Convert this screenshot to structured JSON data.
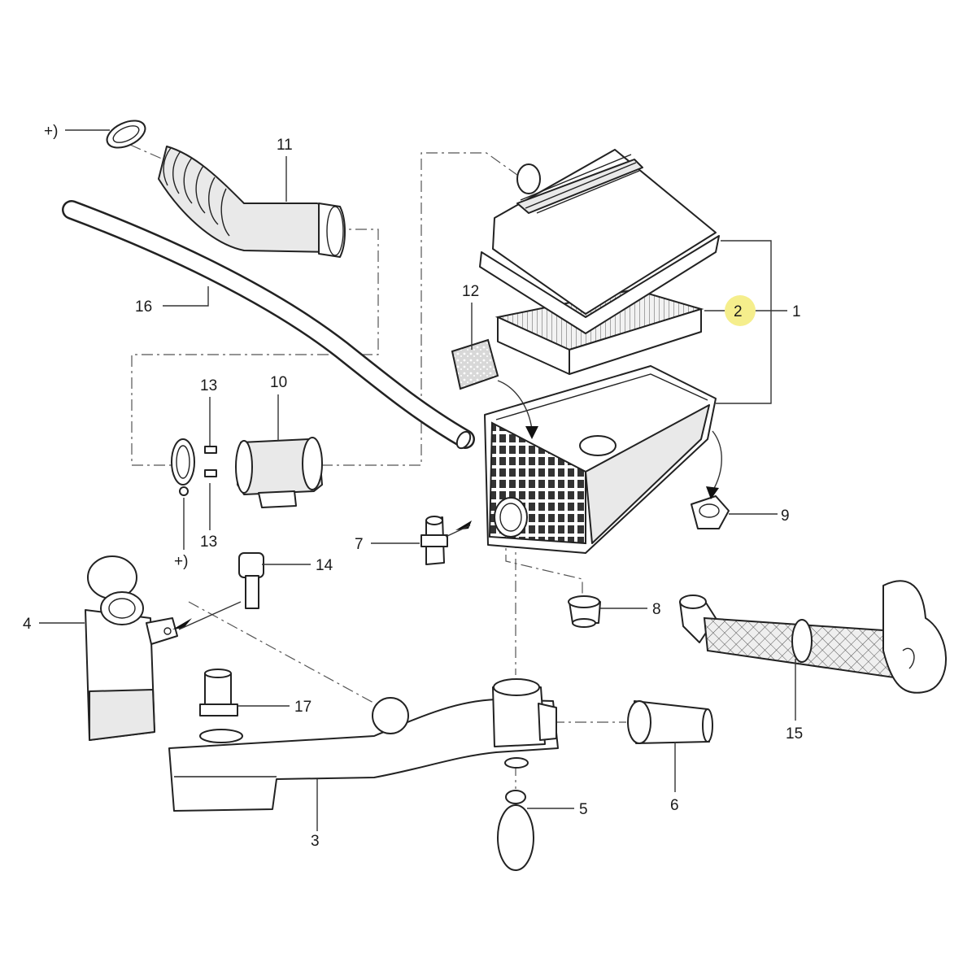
{
  "callouts": {
    "plus_top": "+)",
    "plus_bottom": "+)",
    "c1": "1",
    "c2": "2",
    "c3": "3",
    "c4": "4",
    "c5": "5",
    "c6": "6",
    "c7": "7",
    "c8": "8",
    "c9": "9",
    "c10": "10",
    "c11": "11",
    "c12": "12",
    "c13a": "13",
    "c13b": "13",
    "c14": "14",
    "c15": "15",
    "c16": "16",
    "c17": "17"
  },
  "highlight": {
    "target": "2",
    "color": "#f5ee8c"
  }
}
